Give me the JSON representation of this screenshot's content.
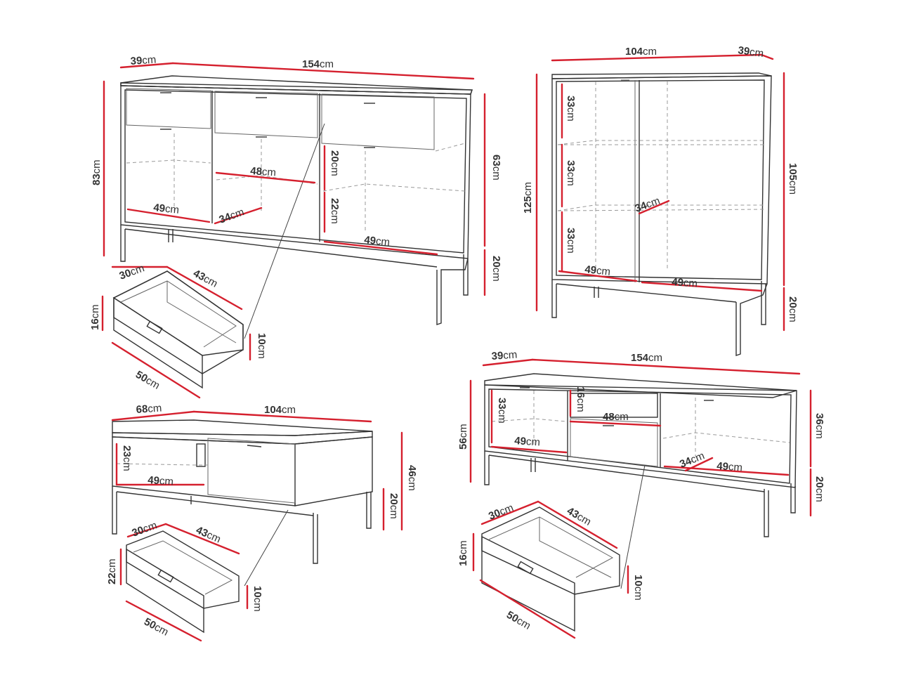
{
  "accent_color": "#d5202e",
  "line_color": "#333333",
  "furniture": [
    {
      "id": "sideboard",
      "width": "154",
      "depth": "39",
      "height": "83",
      "body_height": "63",
      "leg_height": "20",
      "shelf_width": "48",
      "compartment_width": "49",
      "compartment_width_2": "49",
      "shelf_depth": "34",
      "drawer_height_a": "20",
      "drawer_height_b": "22",
      "drawer": {
        "front_width": "50",
        "depth": "43",
        "inner_width": "30",
        "front_height": "16",
        "inner_height": "10"
      }
    },
    {
      "id": "highboard",
      "width": "104",
      "depth": "39",
      "height": "125",
      "body_height": "105",
      "leg_height": "20",
      "shelf_height_1": "33",
      "shelf_height_2": "33",
      "shelf_height_3": "33",
      "shelf_depth": "34",
      "compartment_width": "49",
      "compartment_width_2": "49"
    },
    {
      "id": "tv-stand",
      "width": "154",
      "depth": "39",
      "height": "56",
      "body_height": "36",
      "leg_height": "20",
      "shelf_height": "33",
      "niche_height": "16",
      "niche_width": "48",
      "compartment_width": "49",
      "compartment_width_2": "49",
      "shelf_depth": "34",
      "drawer": {
        "front_width": "50",
        "depth": "43",
        "inner_width": "30",
        "front_height": "16",
        "inner_height": "10"
      }
    },
    {
      "id": "coffee-table",
      "width": "104",
      "depth": "68",
      "height": "46",
      "leg_height": "20",
      "shelf_height": "23",
      "compartment_width": "49",
      "drawer": {
        "front_width": "50",
        "depth": "43",
        "inner_width": "30",
        "front_height": "22",
        "inner_height": "10"
      }
    }
  ]
}
